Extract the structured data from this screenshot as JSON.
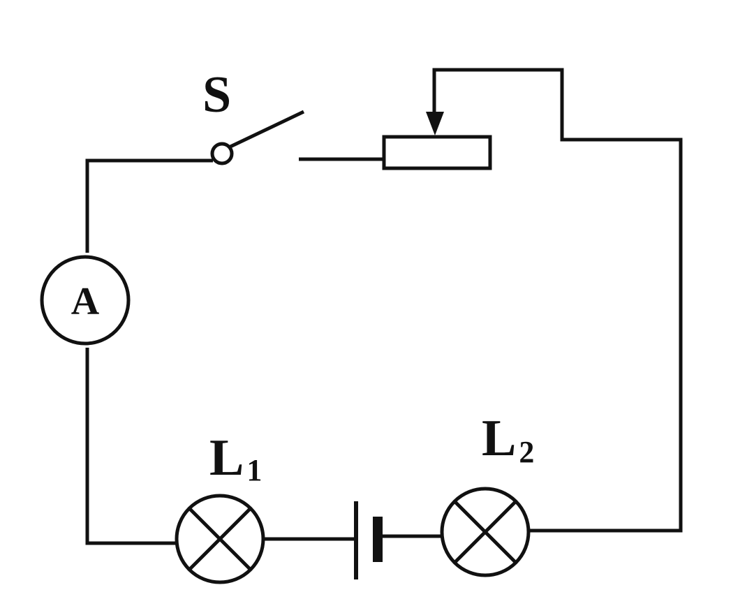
{
  "diagram": {
    "switch_label": "S",
    "ammeter_label": "A",
    "lamp1": {
      "letter": "L",
      "subscript": "1"
    },
    "lamp2": {
      "letter": "L",
      "subscript": "2"
    }
  },
  "colors": {
    "line": "#111111",
    "background": "#ffffff"
  }
}
